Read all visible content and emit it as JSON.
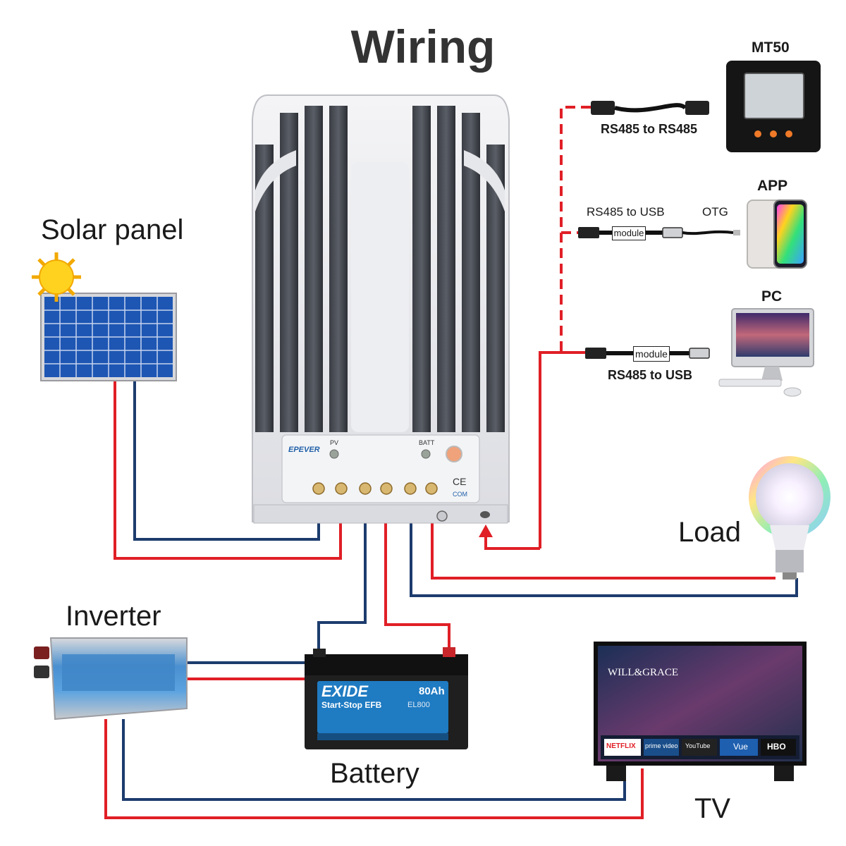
{
  "title": "Wiring",
  "devices": {
    "solar_panel": "Solar panel",
    "inverter": "Inverter",
    "battery": "Battery",
    "tv": "TV",
    "load": "Load",
    "mt50": "MT50",
    "app": "APP",
    "pc": "PC"
  },
  "connections": {
    "mt50_cable": "RS485 to RS485",
    "app_cable": "RS485 to USB",
    "app_otg": "OTG",
    "pc_cable": "RS485 to USB",
    "module": "module"
  },
  "controller": {
    "brand": "EPEVER",
    "pv": "PV",
    "batt": "BATT",
    "com": "COM",
    "ce": "CE"
  },
  "battery_label": {
    "brand": "EXIDE",
    "model": "Start-Stop EFB",
    "capacity": "80Ah",
    "code": "EL800"
  },
  "tv_screen": {
    "show": "WILL&GRACE",
    "apps": [
      "NETFLIX",
      "prime video",
      "YouTube",
      "Vue",
      "HBO"
    ]
  },
  "colors": {
    "positive_wire": "#e01f26",
    "negative_wire": "#1d3c6e",
    "comm_wire": "#e01f26"
  }
}
